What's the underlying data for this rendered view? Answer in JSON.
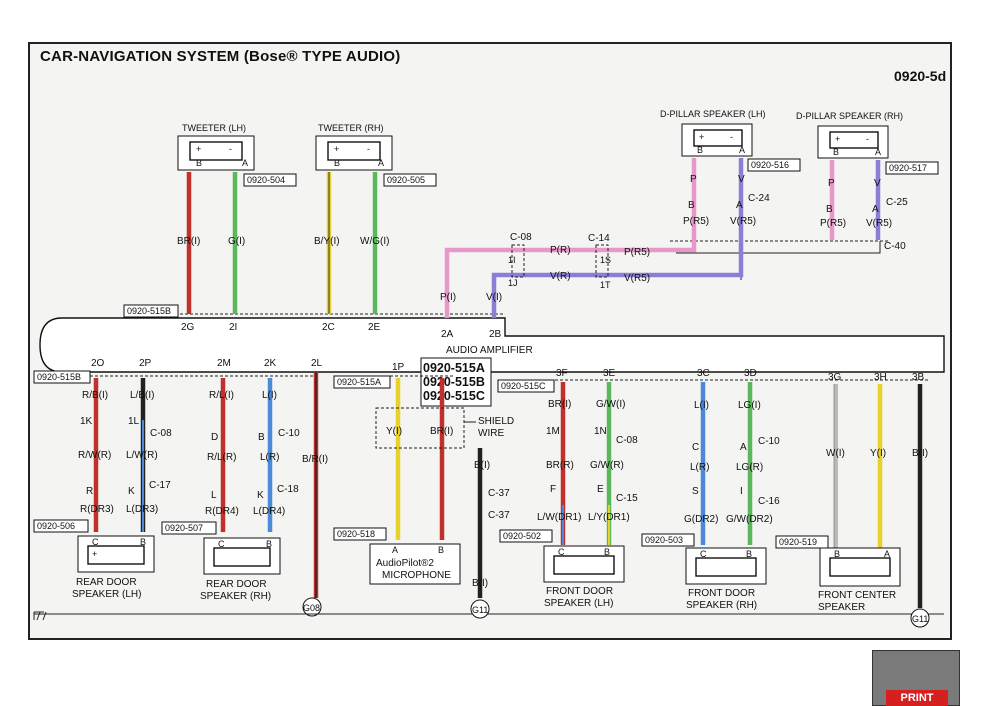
{
  "page": {
    "title": "CAR-NAVIGATION SYSTEM (Bose® TYPE AUDIO)",
    "page_number": "0920-5d"
  },
  "amplifier": {
    "name": "AUDIO AMPLIFIER",
    "connectors": [
      "0920-515A",
      "0920-515B",
      "0920-515C"
    ]
  },
  "components": {
    "tweeter_lh": "TWEETER (LH)",
    "tweeter_rh": "TWEETER (RH)",
    "dpillar_lh": "D-PILLAR SPEAKER (LH)",
    "dpillar_rh": "D-PILLAR SPEAKER (RH)",
    "rear_lh_1": "REAR DOOR",
    "rear_lh_2": "SPEAKER (LH)",
    "rear_rh_1": "REAR DOOR",
    "rear_rh_2": "SPEAKER (RH)",
    "mic_1": "AudioPilot®2",
    "mic_2": "MICROPHONE",
    "front_lh_1": "FRONT DOOR",
    "front_lh_2": "SPEAKER (LH)",
    "front_rh_1": "FRONT DOOR",
    "front_rh_2": "SPEAKER (RH)",
    "front_center_1": "FRONT CENTER",
    "front_center_2": "SPEAKER",
    "shield_1": "SHIELD",
    "shield_2": "WIRE"
  },
  "connector_ids": {
    "c504": "0920-504",
    "c505": "0920-505",
    "c516": "0920-516",
    "c517": "0920-517",
    "c515b_top": "0920-515B",
    "c515b_left": "0920-515B",
    "c515a": "0920-515A",
    "c515c": "0920-515C",
    "c506": "0920-506",
    "c507": "0920-507",
    "c518": "0920-518",
    "c502": "0920-502",
    "c503": "0920-503",
    "c519": "0920-519"
  },
  "pins": {
    "p2G": "2G",
    "p2I": "2I",
    "p2C": "2C",
    "p2E": "2E",
    "p2A": "2A",
    "p2B": "2B",
    "p2O": "2O",
    "p2P": "2P",
    "p2M": "2M",
    "p2K": "2K",
    "p2L": "2L",
    "p1P": "1P",
    "p3F": "3F",
    "p3E": "3E",
    "p3C": "3C",
    "p3D": "3D",
    "p3G": "3G",
    "p3H": "3H",
    "p3B": "3B",
    "p1K": "1K",
    "p1L": "1L",
    "p1M": "1M",
    "p1N": "1N",
    "p1I": "1I",
    "p1J": "1J",
    "p1S": "1S",
    "p1T": "1T"
  },
  "terminals": {
    "A": "A",
    "B": "B",
    "C": "C",
    "D": "D",
    "E": "E",
    "F": "F",
    "I": "I",
    "K": "K",
    "L": "L",
    "P": "P",
    "S": "S",
    "V": "V",
    "R": "R",
    "plus": "+",
    "minus": "-"
  },
  "joints": {
    "c08": "C-08",
    "c14": "C-14",
    "c24": "C-24",
    "c25": "C-25",
    "c40": "C-40",
    "c10": "C-10",
    "c17": "C-17",
    "c18": "C-18",
    "c37": "C-37",
    "c15": "C-15",
    "c16": "C-16"
  },
  "wire_labels": {
    "br_i": "BR(I)",
    "g_i": "G(I)",
    "by_i": "B/Y(I)",
    "wg_i": "W/G(I)",
    "p_i": "P(I)",
    "v_i": "V(I)",
    "p_r": "P(R)",
    "v_r": "V(R)",
    "p_r5": "P(R5)",
    "v_r5": "V(R5)",
    "rb_i": "R/B(I)",
    "lb_i": "L/B(I)",
    "rw_r": "R/W(R)",
    "lw_r": "L/W(R)",
    "r_dr3": "R(DR3)",
    "l_dr3": "L(DR3)",
    "rl_i": "R/L(I)",
    "l_i": "L(I)",
    "rl_r": "R/L(R)",
    "l_r": "L(R)",
    "r_dr4": "R(DR4)",
    "l_dr4": "L(DR4)",
    "br_i_gnd": "B/R(I)",
    "y_i": "Y(I)",
    "b_i": "B(I)",
    "br_r": "BR(R)",
    "gw_i": "G/W(I)",
    "gw_r": "G/W(R)",
    "lw_dr1": "L/W(DR1)",
    "ly_dr1": "L/Y(DR1)",
    "lg_i": "LG(I)",
    "lg_r": "LG(R)",
    "g_dr2": "G(DR2)",
    "gw_dr2": "G/W(DR2)",
    "w_i": "W(I)"
  },
  "grounds": {
    "g08": "G08",
    "g11": "G11"
  },
  "colors": {
    "red": "#c0302c",
    "green": "#5cb85c",
    "yellow": "#e8d12a",
    "pink": "#e898c8",
    "violet": "#8a7fd6",
    "blue": "#4a8ad8",
    "black": "#222222",
    "print_tab": "#d62020"
  },
  "print_label": "PRINT"
}
